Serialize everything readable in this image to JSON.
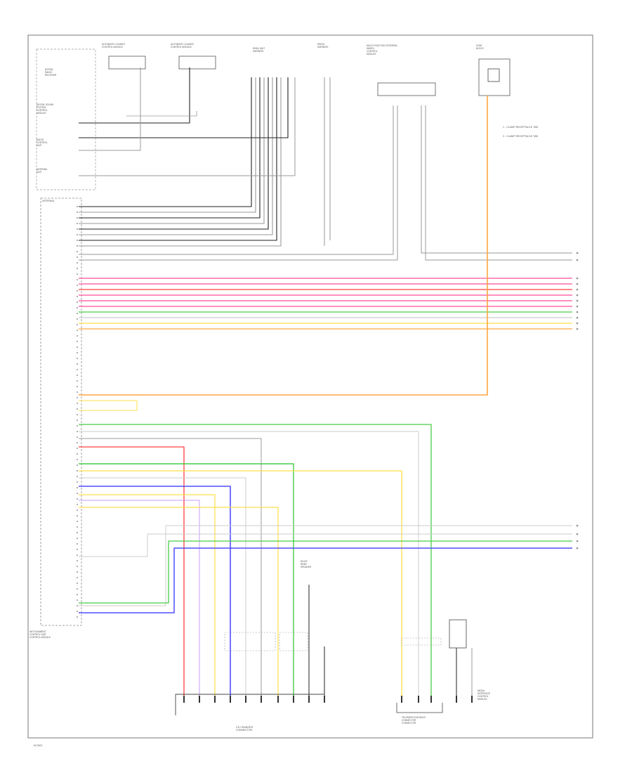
{
  "footer_code": "W 0001",
  "module": {
    "title": "INFOTAINMENT\nCONTROL UNIT\nCONTROL MODULE",
    "header": "INTERNAL"
  },
  "top_components": [
    {
      "id": "amp1",
      "label": "AUTOMATIC CLIMATE\nCONTROL MODULE"
    },
    {
      "id": "amp2",
      "label": "AUTOMATIC CLIMATE\nCONTROL MODULE"
    },
    {
      "id": "phone",
      "label": "HEAD UNIT\nHARNESS"
    },
    {
      "id": "usb",
      "label": "RADIO\nHARNESS"
    },
    {
      "id": "bluetooth",
      "label": "MULTI FUNCTION STEERING\nWHEEL\nCONTROL\nMODULE"
    },
    {
      "id": "fuse",
      "label": "FUSE\nBLOCK"
    }
  ],
  "left_components": [
    {
      "id": "dash",
      "label": "DIGITAL\nRADIO\nRECEIVER"
    },
    {
      "id": "dsp",
      "label": "DIGITAL SOUND\nSYSTEM\nCONTROL\nMODULE"
    },
    {
      "id": "radio",
      "label": "RADIO\nCONTROL\nUNIT"
    },
    {
      "id": "antenna",
      "label": "ANTENNA\nUNIT"
    }
  ],
  "legend": [
    "1 - CLAMP RECEPTACLE TAB",
    "2 - CLAMP RECEPTACLE TAB"
  ],
  "wire_colors": {
    "black": "#222222",
    "pink": "#ff4f9a",
    "red": "#ff4040",
    "orange": "#ffa640",
    "yellow": "#ffe04a",
    "green": "#48cc48",
    "blue": "#4f4fff",
    "gray": "#9a9a9a",
    "lightgray": "#cccccc",
    "violet": "#c79cff"
  },
  "bottom_components": [
    {
      "id": "cd",
      "label": "CD CHANGER\nCONNECTOR"
    },
    {
      "id": "telematics",
      "label": "TELEMATICS MODULE\nCONNECTOR\nCONNECTOR"
    },
    {
      "id": "speaker",
      "label": "RIGHT\nREAR\nSPEAKER"
    },
    {
      "id": "media",
      "label": "MEDIA\nINTERFACE\nCONTROL\nMODULE"
    }
  ]
}
